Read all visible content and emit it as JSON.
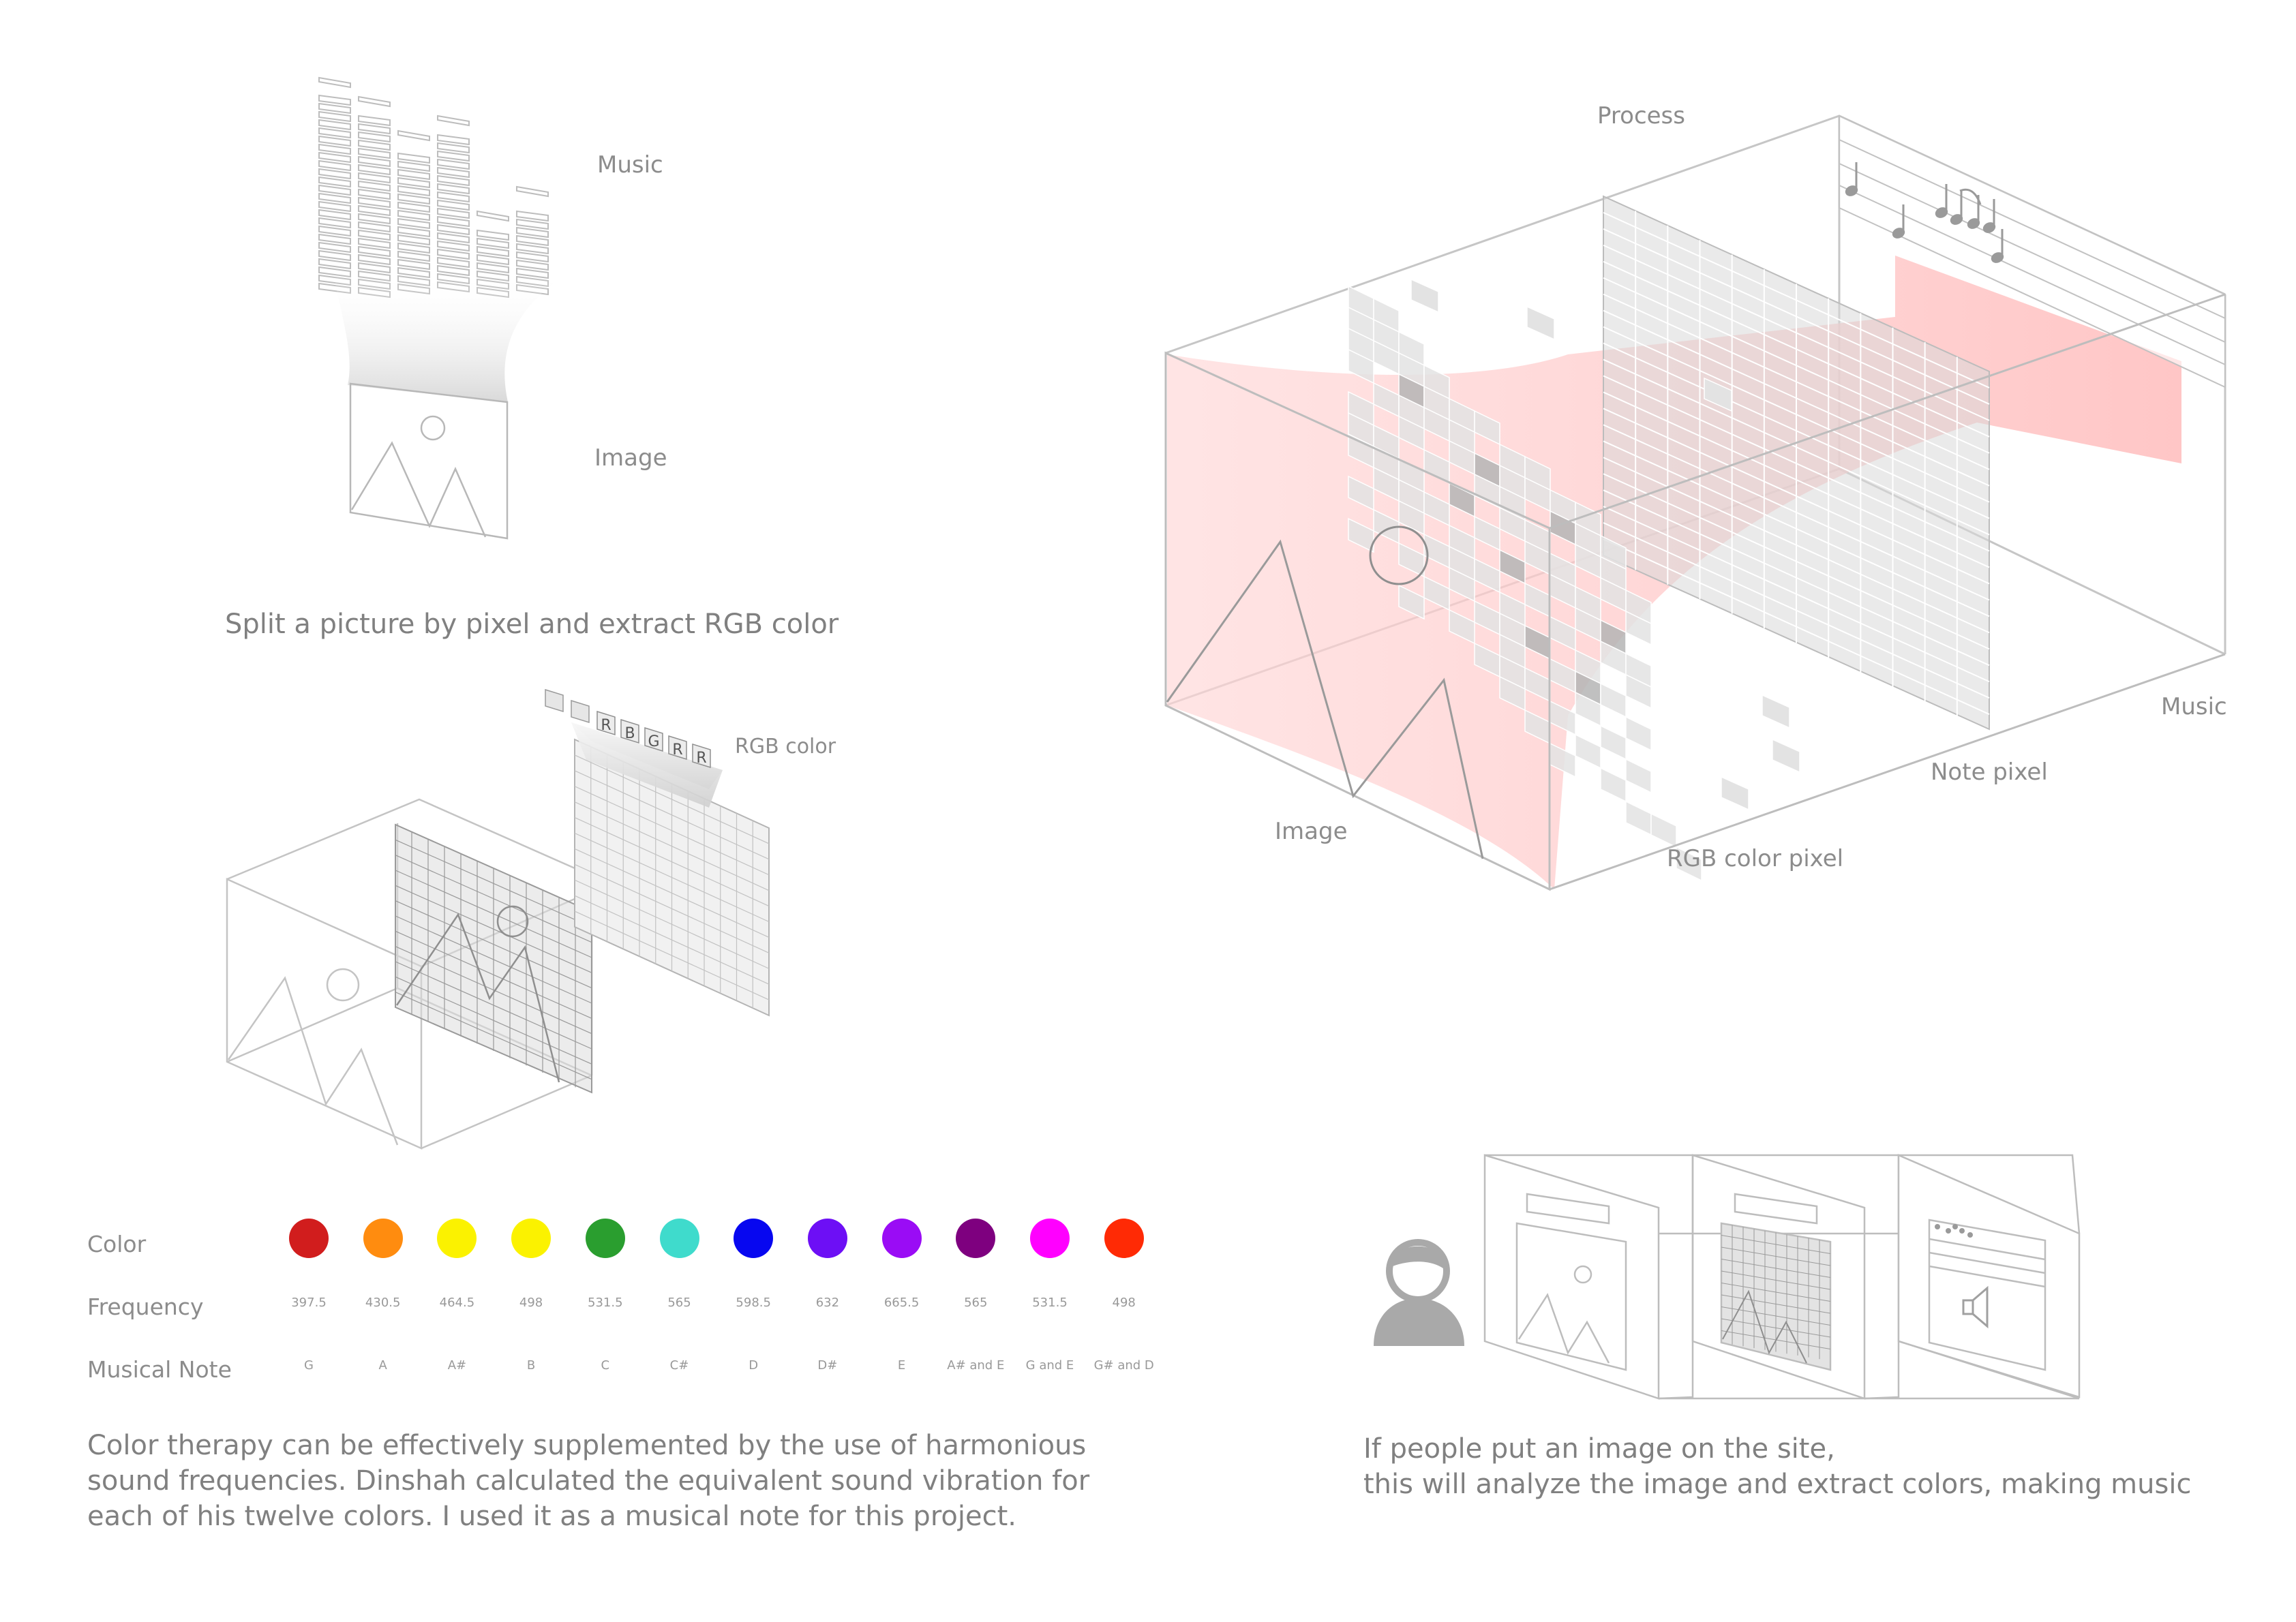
{
  "labels": {
    "music_top": "Music",
    "image_top": "Image",
    "split_caption": "Split a picture by pixel and extract RGB color",
    "rgb_color": "RGB color",
    "rgb_letters": [
      "R",
      "B",
      "G",
      "R",
      "R"
    ],
    "process": "Process",
    "big_image": "Image",
    "rgb_color_pixel": "RGB color pixel",
    "note_pixel": "Note pixel",
    "big_music": "Music"
  },
  "table": {
    "row_labels": {
      "color": "Color",
      "frequency": "Frequency",
      "note": "Musical Note"
    },
    "colors": [
      "#d11d1d",
      "#ff8c0f",
      "#fbf200",
      "#fbf200",
      "#2a9e2f",
      "#3fdbcc",
      "#0707f0",
      "#6d0ff5",
      "#9a0cf5",
      "#7e007f",
      "#ff00ff",
      "#ff2a05"
    ],
    "frequencies": [
      "397.5",
      "430.5",
      "464.5",
      "498",
      "531.5",
      "565",
      "598.5",
      "632",
      "665.5",
      "565",
      "531.5",
      "498"
    ],
    "notes": [
      "G",
      "A",
      "A#",
      "B",
      "C",
      "C#",
      "D",
      "D#",
      "E",
      "A# and E",
      "G and E",
      "G# and D"
    ]
  },
  "captions": {
    "therapy": [
      "Color therapy can be effectively supplemented by the use of harmonious",
      "sound frequencies. Dinshah calculated the equivalent sound vibration for",
      "each of his twelve colors. I used it as a musical note for this project."
    ],
    "site": [
      "If people put an image on the site,",
      "this will analyze the image and extract colors, making music"
    ]
  },
  "icons": [
    "person-icon",
    "speaker-icon",
    "music-note-icon",
    "mountain-image-icon",
    "sun-circle-icon"
  ]
}
